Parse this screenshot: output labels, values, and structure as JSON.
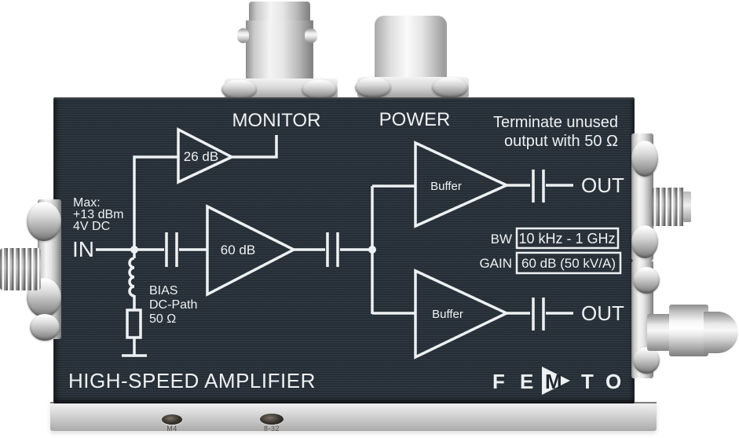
{
  "device": {
    "product_name": "HIGH-SPEED AMPLIFIER",
    "logo": {
      "letters": [
        "F",
        "E",
        "M",
        "T",
        "O"
      ]
    }
  },
  "panel": {
    "connectors": {
      "monitor": "MONITOR",
      "power": "POWER",
      "input": "IN",
      "output_top": "OUT",
      "output_bottom": "OUT"
    },
    "note": {
      "line1": "Terminate unused",
      "line2": "output with 50 Ω"
    },
    "input_rating": {
      "line1": "Max:",
      "line2": "+13 dBm",
      "line3": "4V DC"
    },
    "amplifiers": {
      "monitor_gain": "26 dB",
      "main_gain": "60 dB",
      "buffer_top": "Buffer",
      "buffer_bottom": "Buffer"
    },
    "bias": {
      "line1": "BIAS",
      "line2": "DC-Path",
      "line3": "50 Ω"
    },
    "specs": {
      "bw_label": "BW",
      "bw_value": "10 kHz - 1 GHz",
      "gain_label": "GAIN",
      "gain_value": "60 dB (50 kV/A)"
    },
    "colors": {
      "panel_background": "#242c34",
      "schematic_ink": "#eef1f3",
      "chassis_metal": "#d9d9d9"
    }
  },
  "chassis": {
    "thread_labels": {
      "metric": "M4",
      "imperial": "8-32"
    }
  }
}
